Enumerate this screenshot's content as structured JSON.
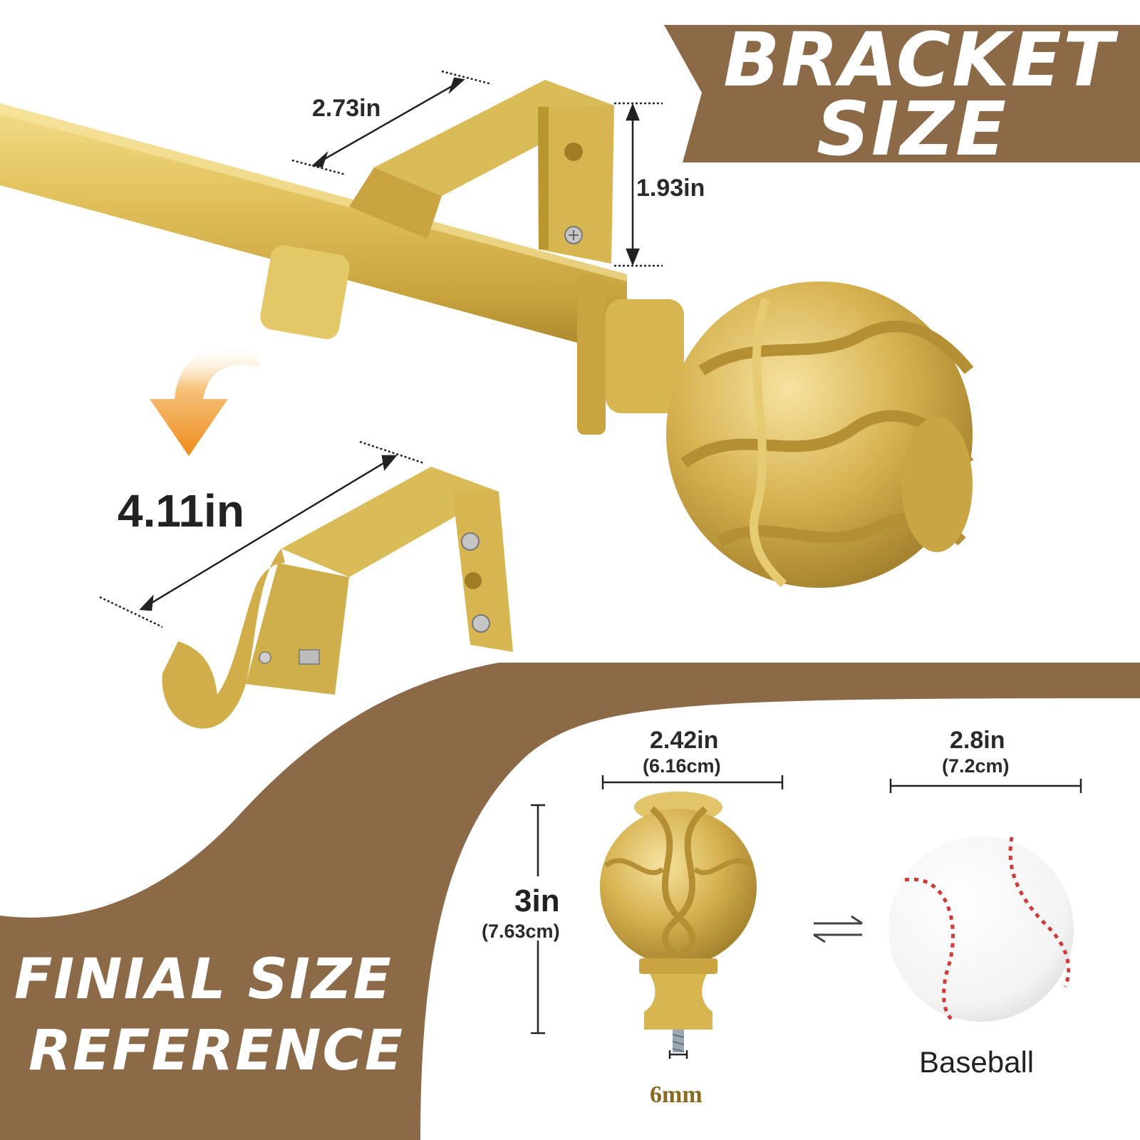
{
  "banner": {
    "line1": "BRACKET",
    "line2": "SIZE"
  },
  "finial_banner": {
    "line1": "FINIAL SIZE",
    "line2": "REFERENCE"
  },
  "bracket_dims": {
    "depth_top": "2.73in",
    "height": "1.93in",
    "depth_extended": "4.11in"
  },
  "finial_dims": {
    "width_in": "2.42in",
    "width_cm": "(6.16cm)",
    "height_in": "3in",
    "height_cm": "(7.63cm)",
    "thread": "6mm"
  },
  "baseball": {
    "width_in": "2.8in",
    "width_cm": "(7.2cm)",
    "label": "Baseball"
  },
  "colors": {
    "gold": "#d4b24c",
    "banner_brown": "#8c6a47",
    "seam_red": "#d23a3a",
    "arrow_orange": "#f0952a"
  },
  "icons": {
    "compare": "exchange-arrows-icon",
    "rotate": "curved-arrow-icon"
  }
}
